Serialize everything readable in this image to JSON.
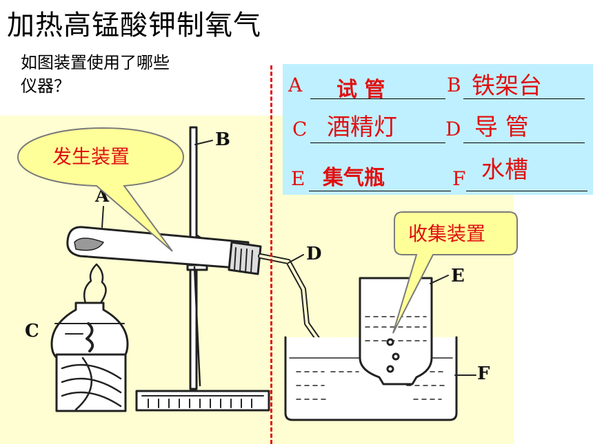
{
  "title": "加热高锰酸钾制氧气",
  "question": {
    "line1": "如图装置使用了哪些",
    "line2": "仪器？"
  },
  "answers": [
    {
      "letter": "A",
      "answer": "试 管"
    },
    {
      "letter": "B",
      "answer": "铁架台"
    },
    {
      "letter": "C",
      "answer": "酒精灯"
    },
    {
      "letter": "D",
      "answer": "导 管"
    },
    {
      "letter": "E",
      "answer": "集气瓶"
    },
    {
      "letter": "F",
      "answer": "水槽"
    }
  ],
  "callouts": {
    "generator": "发生装置",
    "collector": "收集装置"
  },
  "diagram_labels": {
    "a": "A",
    "b": "B",
    "c": "C",
    "d": "D",
    "e": "E",
    "f": "F"
  },
  "colors": {
    "panel": "#fefed2",
    "answer_box": "#bff0ff",
    "accent_red": "#e01010",
    "bubble": "#ffff99"
  }
}
